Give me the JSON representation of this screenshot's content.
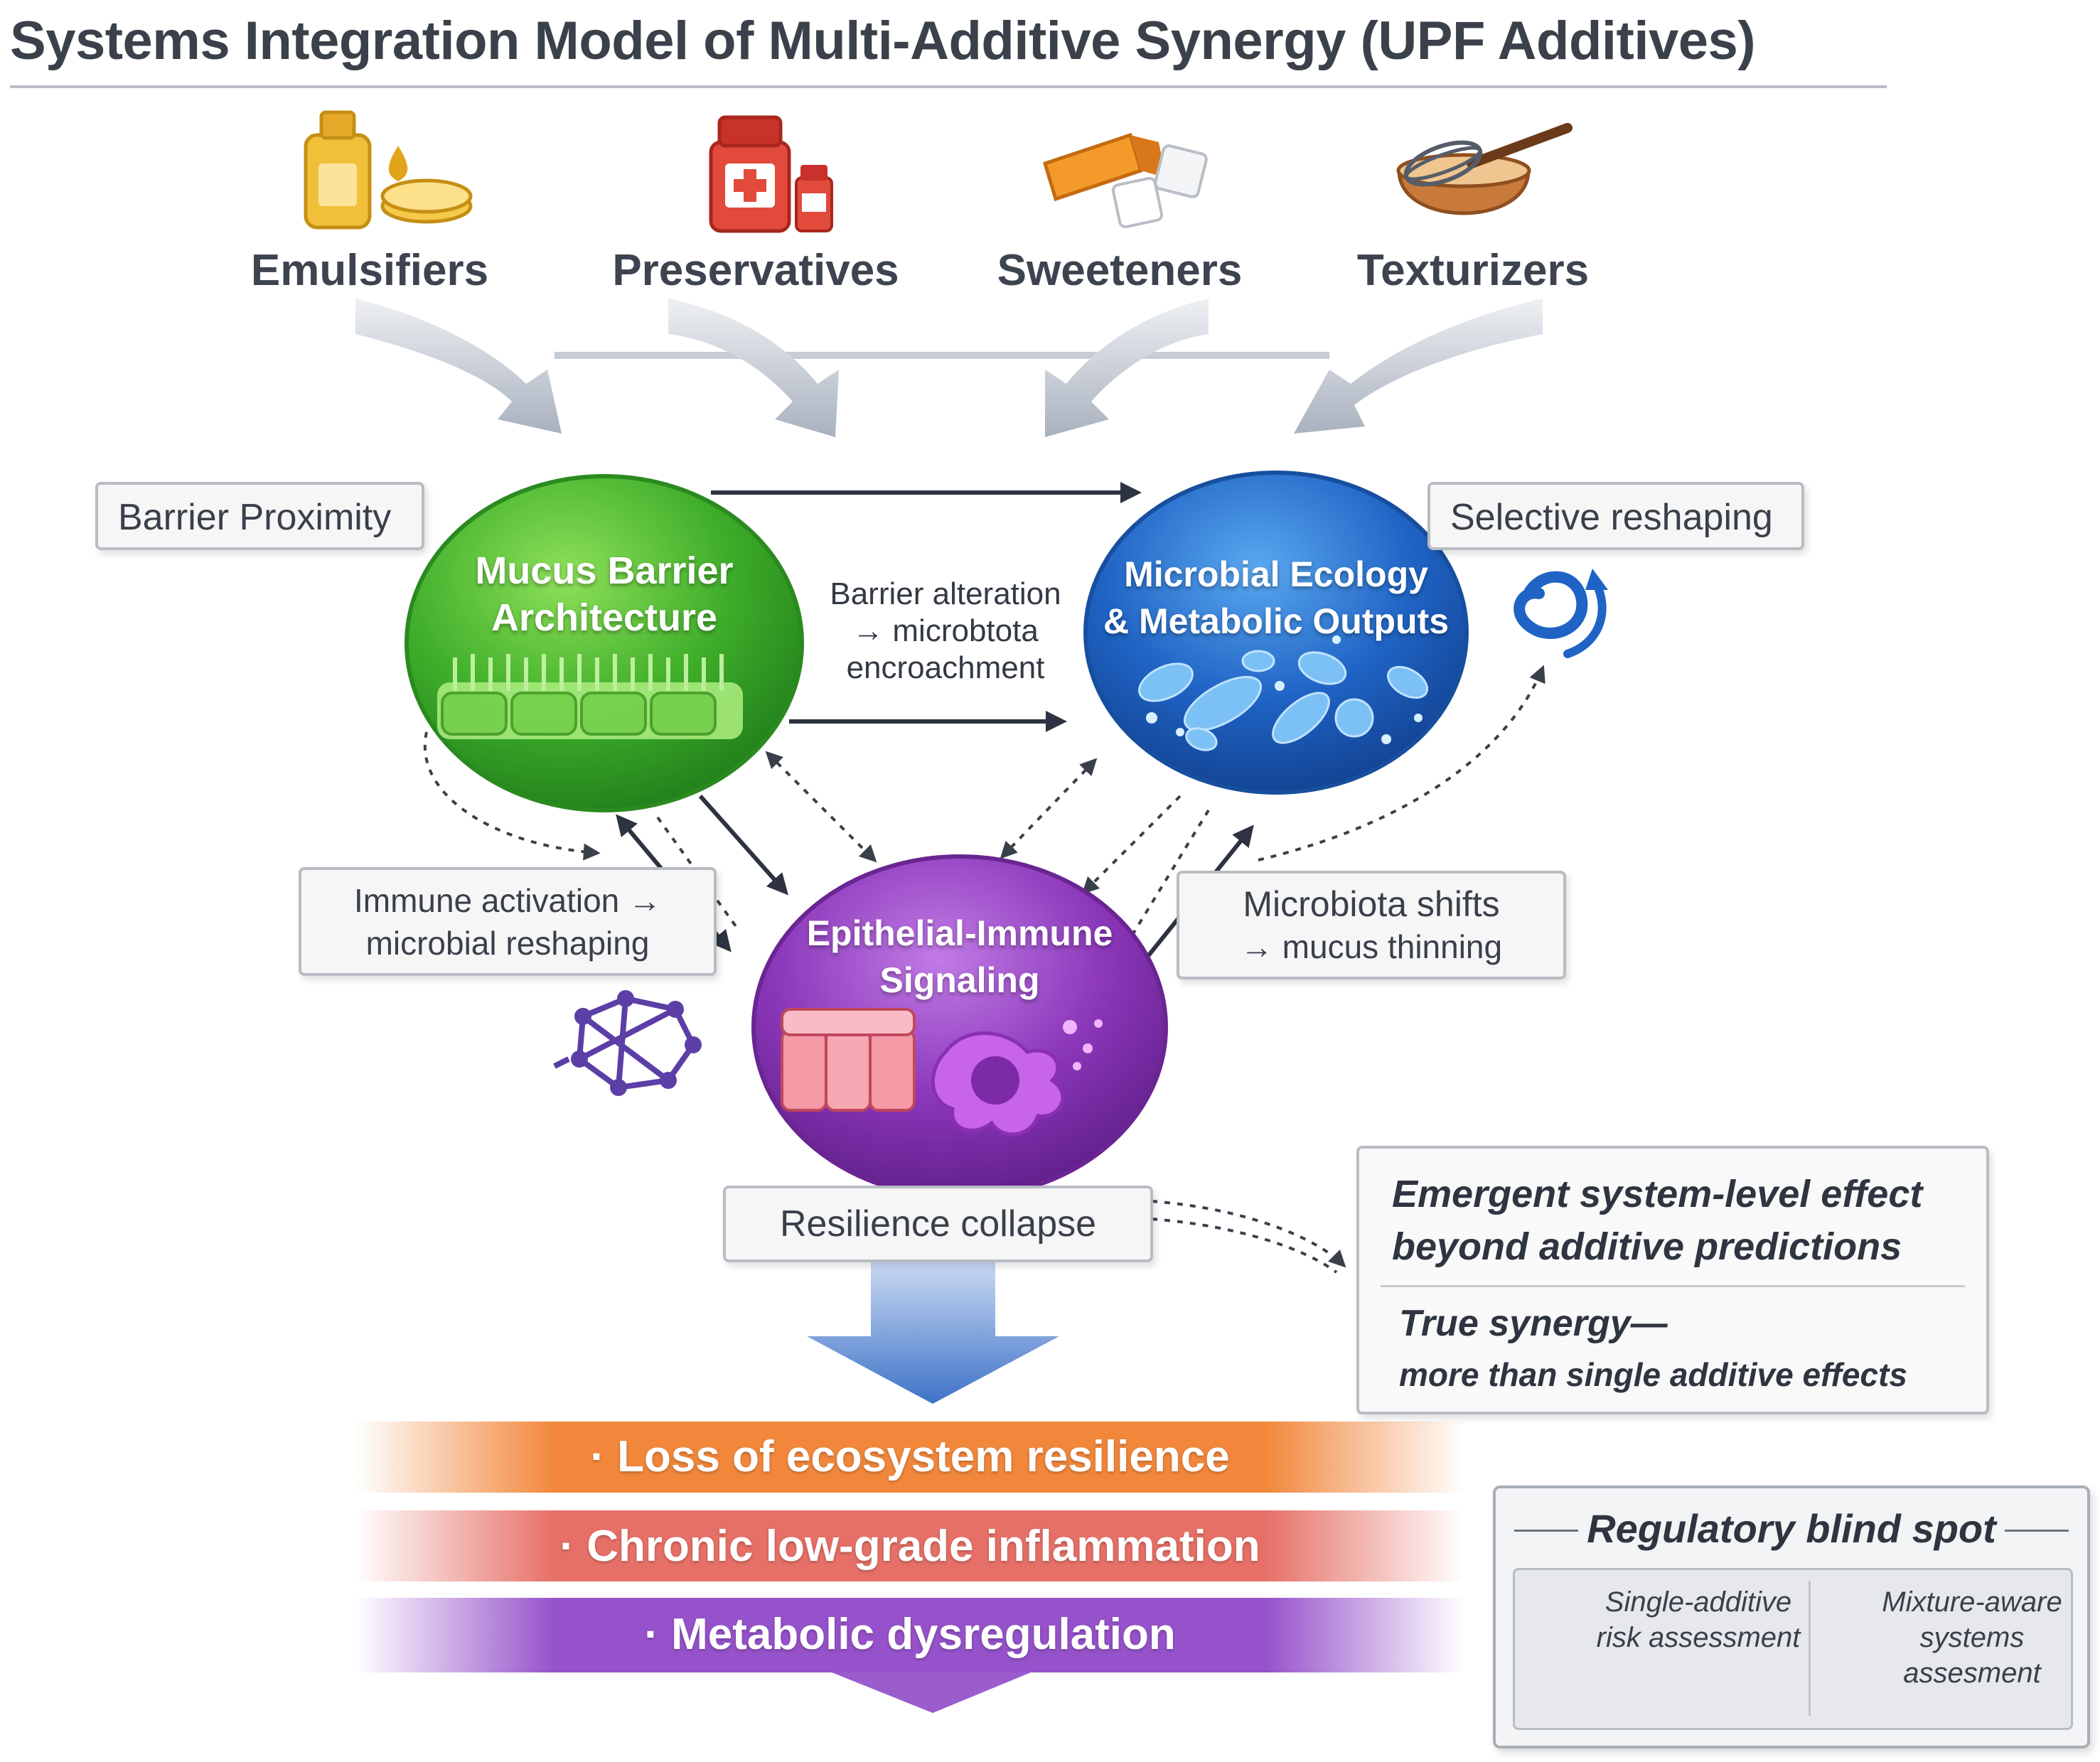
{
  "title": "Systems Integration Model of Multi-Additive Synergy (UPF Additives)",
  "additives": [
    {
      "label": "Emulsifiers",
      "icon": "oil-bottle-icon"
    },
    {
      "label": "Preservatives",
      "icon": "medicine-bottle-icon"
    },
    {
      "label": "Sweeteners",
      "icon": "sugar-cubes-icon"
    },
    {
      "label": "Texturizers",
      "icon": "whisk-bowl-icon"
    }
  ],
  "nodes": {
    "mucus": {
      "title_line1": "Mucus Barrier",
      "title_line2": "Architecture",
      "color": "#3fae2a"
    },
    "microbial": {
      "title_line1": "Microbial Ecology",
      "title_line2": "& Metabolic Outputs",
      "color": "#1f63c4"
    },
    "immune": {
      "title_line1": "Epithelial-Immune",
      "title_line2": "Signaling",
      "color": "#8a36b8"
    }
  },
  "callouts": {
    "barrier_proximity": "Barrier Proximity",
    "selective_reshaping": "Selective reshaping",
    "immune_activation_line1": "Immune activation →",
    "immune_activation_line2": "microbial reshaping",
    "microbiota_shifts_line1": "Microbiota shifts",
    "microbiota_shifts_line2": "→ mucus thinning",
    "resilience_collapse": "Resilience collapse"
  },
  "barrier_alteration": {
    "line1": "Barrier alteration",
    "line2": "→ microbtota",
    "line3": "encroachment"
  },
  "emergent": {
    "line1": "Emergent system-level effect",
    "line2": "beyond additive predictions",
    "line3": "True synergy—",
    "line4": "more than single additive effects"
  },
  "outcomes": [
    {
      "label": "· Loss of ecosystem resilience",
      "color": "#f07a26"
    },
    {
      "label": "· Chronic low-grade inflammation",
      "color": "#e2574c"
    },
    {
      "label": "· Metabolic dysregulation",
      "color": "#8a3fc4"
    }
  ],
  "regulatory": {
    "title": "Regulatory blind spot",
    "single_line1": "Single-additive",
    "single_line2": "risk assessment",
    "mixture_line1": "Mixture-aware",
    "mixture_line2": "systems",
    "mixture_line3": "assesment"
  },
  "colors": {
    "arrow_gray": "#9aa3b3",
    "flow_blue": "#3f73c8",
    "arrow_dark": "#2d3340"
  }
}
